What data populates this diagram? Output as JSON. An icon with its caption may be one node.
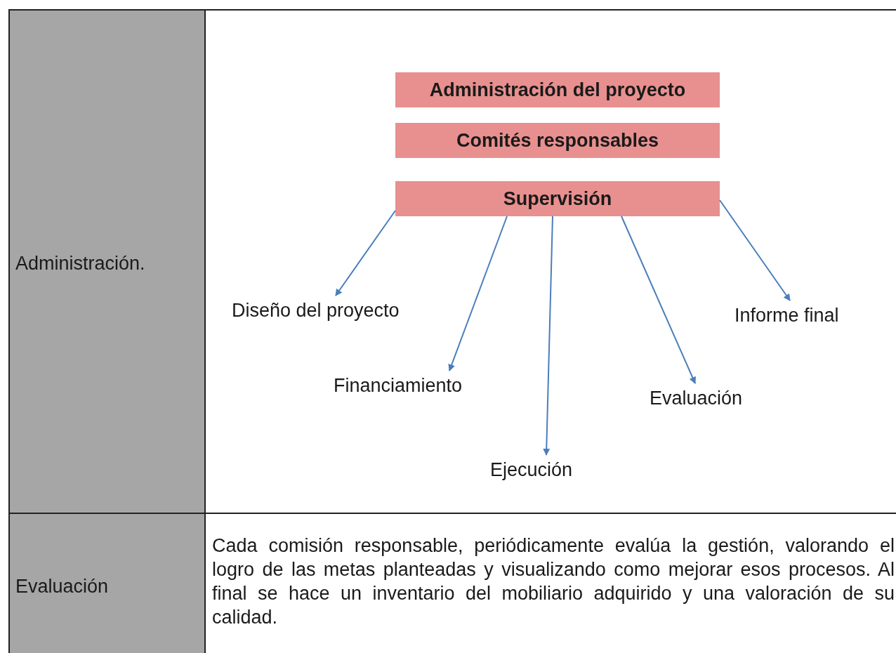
{
  "diagram": {
    "nodes": [
      {
        "text": [
          "Administración del proyecto"
        ]
      },
      {
        "text": [
          "Comités responsables"
        ]
      },
      {
        "text": [
          "Supervisión"
        ]
      },
      {
        "text": [
          "Diseño del proyecto"
        ]
      },
      {
        "text": [
          "Financiamiento"
        ]
      },
      {
        "text": [
          "Ejecución"
        ]
      },
      {
        "text": [
          "Evaluación"
        ]
      },
      {
        "text": [
          "Informe final"
        ]
      }
    ],
    "edges": [
      {
        "from": 2,
        "to": 3,
        "arrow": "to"
      },
      {
        "from": 2,
        "to": 4,
        "arrow": "to"
      },
      {
        "from": 2,
        "to": 5,
        "arrow": "to"
      },
      {
        "from": 2,
        "to": 6,
        "arrow": "to"
      },
      {
        "from": 2,
        "to": 7,
        "arrow": "to"
      }
    ],
    "labels": [
      "Administración.",
      "Evaluación",
      "Cada comisión responsable, periódicamente evalúa la gestión, valorando el logro de las metas planteadas y visualizando como mejorar esos procesos. Al final se hace un inventario del mobiliario adquirido y una valoración de su calidad."
    ]
  }
}
